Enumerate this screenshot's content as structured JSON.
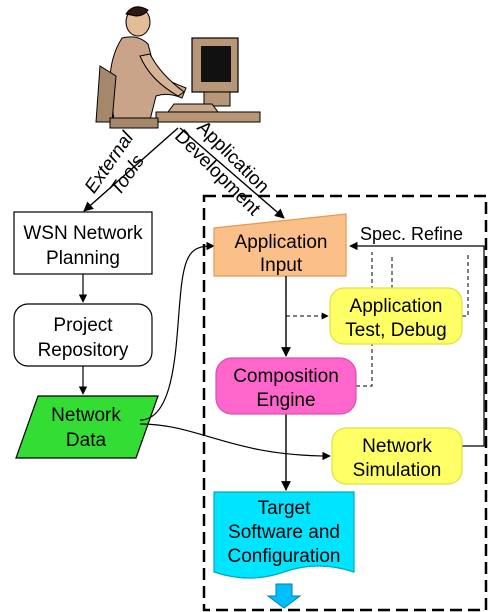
{
  "diagram": {
    "edge_labels": {
      "external_tools": [
        "External",
        "Tools"
      ],
      "application_development": [
        "Application",
        "Development"
      ],
      "spec_refine": "Spec. Refine"
    },
    "nodes": {
      "wsn_network_planning": {
        "lines": [
          "WSN Network",
          "Planning"
        ],
        "fill": "#ffffff"
      },
      "project_repository": {
        "lines": [
          "Project",
          "Repository"
        ],
        "fill": "#ffffff"
      },
      "network_data": {
        "lines": [
          "Network",
          "Data"
        ],
        "fill": "#33dd33"
      },
      "application_input": {
        "lines": [
          "Application",
          "Input"
        ],
        "fill": "#fbc08a"
      },
      "application_test_debug": {
        "lines": [
          "Application",
          "Test, Debug"
        ],
        "fill": "#ffff66"
      },
      "composition_engine": {
        "lines": [
          "Composition",
          "Engine"
        ],
        "fill": "#ff66cc"
      },
      "network_simulation": {
        "lines": [
          "Network",
          "Simulation"
        ],
        "fill": "#ffff66"
      },
      "target_software": {
        "lines": [
          "Target",
          "Software and",
          "Configuration"
        ],
        "fill": "#00e5ff"
      }
    },
    "illustration": "person-at-computer",
    "colors": {
      "stroke": "#000000",
      "down_arrow": "#00bfff"
    }
  }
}
